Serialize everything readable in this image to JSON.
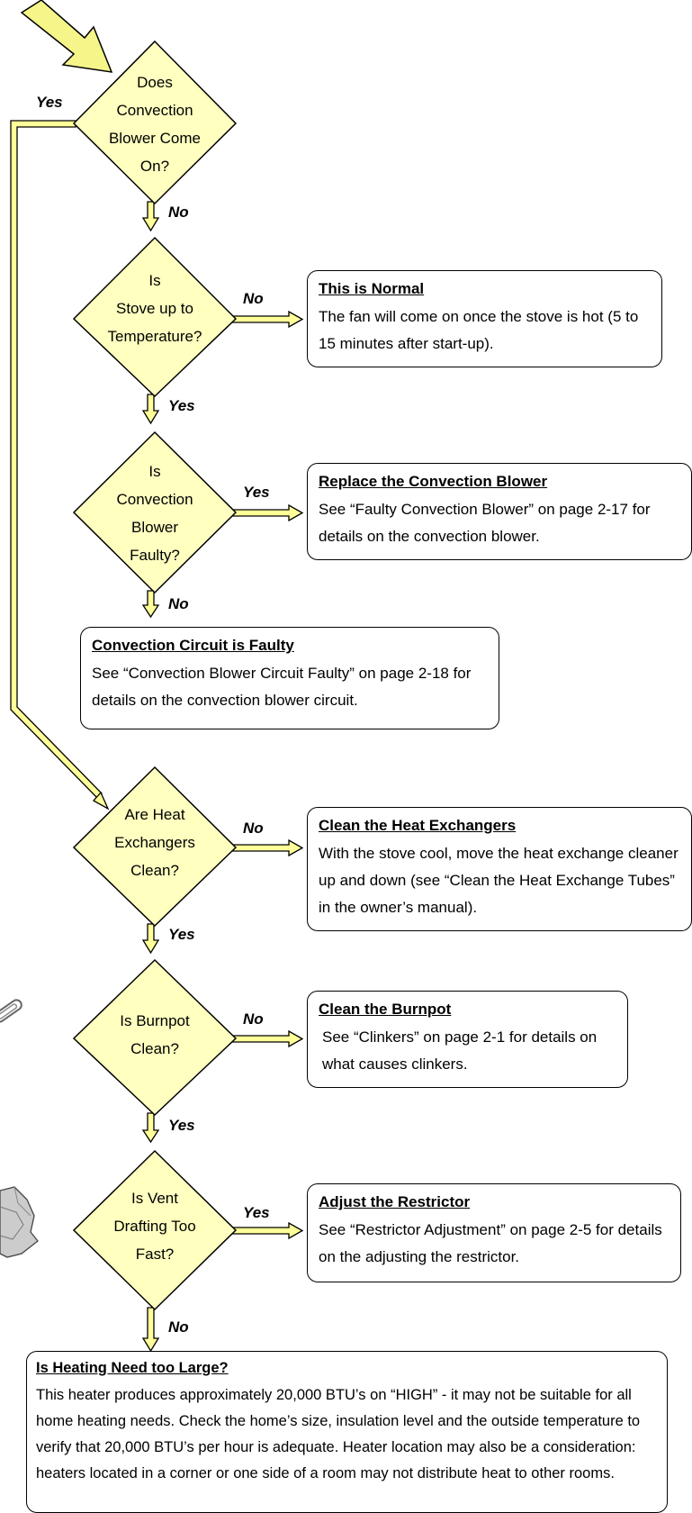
{
  "decisions": [
    {
      "id": "q1",
      "lines": [
        "Does",
        "Convection",
        "Blower Come",
        "On?"
      ]
    },
    {
      "id": "q2",
      "lines": [
        "Is",
        "Stove up to",
        "Temperature?"
      ]
    },
    {
      "id": "q3",
      "lines": [
        "Is",
        "Convection",
        "Blower",
        "Faulty?"
      ]
    },
    {
      "id": "q4",
      "lines": [
        "Are Heat",
        "Exchangers",
        "Clean?"
      ]
    },
    {
      "id": "q5",
      "lines": [
        "Is Burnpot",
        "Clean?"
      ]
    },
    {
      "id": "q6",
      "lines": [
        "Is Vent",
        "Drafting Too",
        "Fast?"
      ]
    }
  ],
  "branch_labels": {
    "q1_yes": "Yes",
    "q1_no": "No",
    "q2_no": "No",
    "q2_yes": "Yes",
    "q3_yes": "Yes",
    "q3_no": "No",
    "q4_no": "No",
    "q4_yes": "Yes",
    "q5_no": "No",
    "q5_yes": "Yes",
    "q6_yes": "Yes",
    "q6_no": "No"
  },
  "boxes": {
    "normal": {
      "title": "This is Normal",
      "body": "The fan will come on once the stove is hot (5 to 15 minutes after start-up)."
    },
    "replace_blower": {
      "title": "Replace the Convection Blower",
      "body": "See “Faulty Convection Blower” on page 2-17 for details on the convection blower."
    },
    "circuit_faulty": {
      "title": "Convection Circuit is Faulty",
      "body": "See “Convection Blower Circuit Faulty” on page 2-18 for details on the convection blower circuit."
    },
    "clean_exchangers": {
      "title": "Clean the Heat Exchangers",
      "body": "With the stove cool, move the heat exchange cleaner up and down (see “Clean the Heat Exchange Tubes” in the owner’s manual)."
    },
    "clean_burnpot": {
      "title": "Clean the Burnpot",
      "body": "See “Clinkers” on page 2-1 for details on what causes clinkers."
    },
    "adjust_restrictor": {
      "title": "Adjust the Restrictor",
      "body": "See “Restrictor Adjustment” on page 2-5 for details on the adjusting the restrictor."
    },
    "heating_need": {
      "title": "Is Heating Need too Large?",
      "body": "This heater produces approximately 20,000 BTU’s on “HIGH” - it may not be suitable for all home heating needs.  Check the home’s size, insulation level and the outside temperature to verify that 20,000 BTU’s per hour is adequate. Heater location may also be a consideration: heaters located in a corner or one side of a room may not distribute heat to other rooms."
    }
  },
  "colors": {
    "shape_fill": "#ffffc0",
    "stroke": "#000000",
    "arrow_fill": "#ffff99",
    "entry_arrow_fill": "#f5f58a"
  },
  "icons": [
    "paperclip-icon",
    "crumpled-paper-icon"
  ]
}
